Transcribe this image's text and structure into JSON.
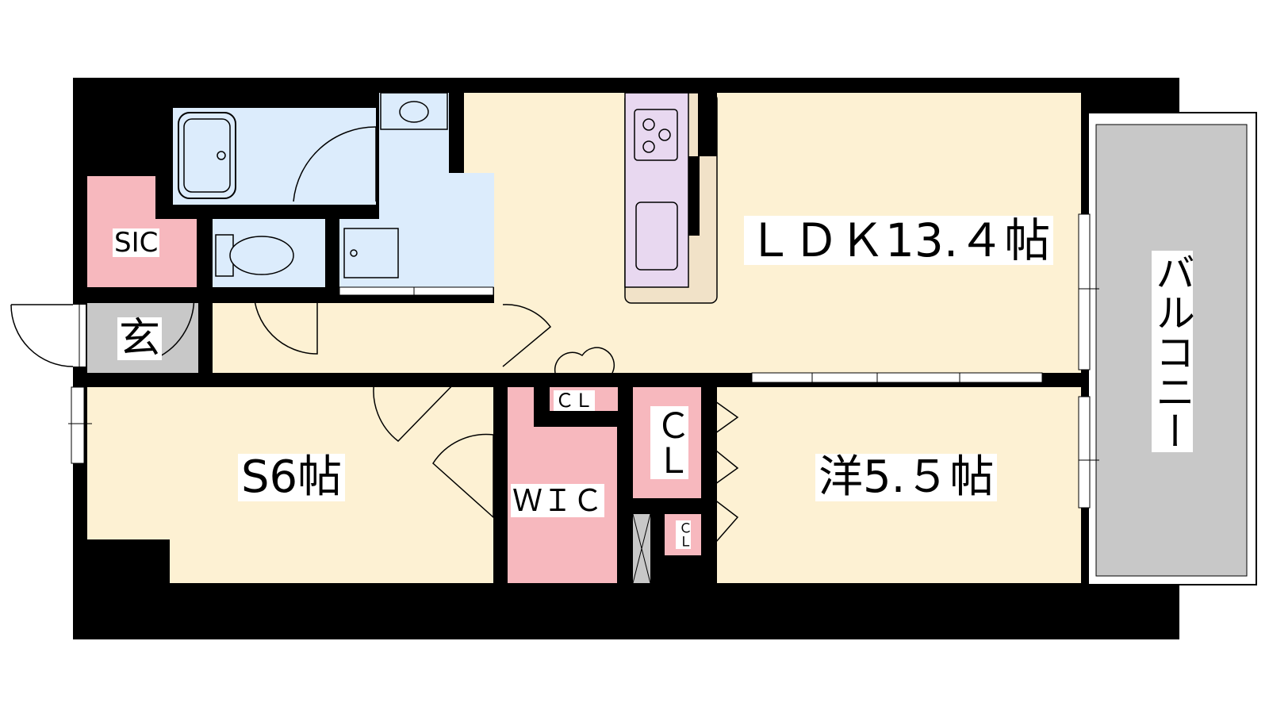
{
  "rooms": {
    "ldk": "ＬＤＫ13.４帖",
    "sic": "SIC",
    "genkan": "玄",
    "s_room": "S6帖",
    "wic": "ＷＩＣ",
    "cl_top": "ＣＬ",
    "cl_mid": "ＣＬ",
    "cl_small": "ＣＬ",
    "yo_room": "洋5.５帖",
    "balcony": "バルコニー"
  },
  "colors": {
    "wall": "#000000",
    "living_floor": "#fdf1d3",
    "water_area": "#dcecfc",
    "storage": "#f7b8be",
    "balcony": "#c8c8c8",
    "kitchen_counter": "#e8d8f0",
    "kitchen_base": "#f1e2c8",
    "entrance": "#c8c8c8"
  }
}
